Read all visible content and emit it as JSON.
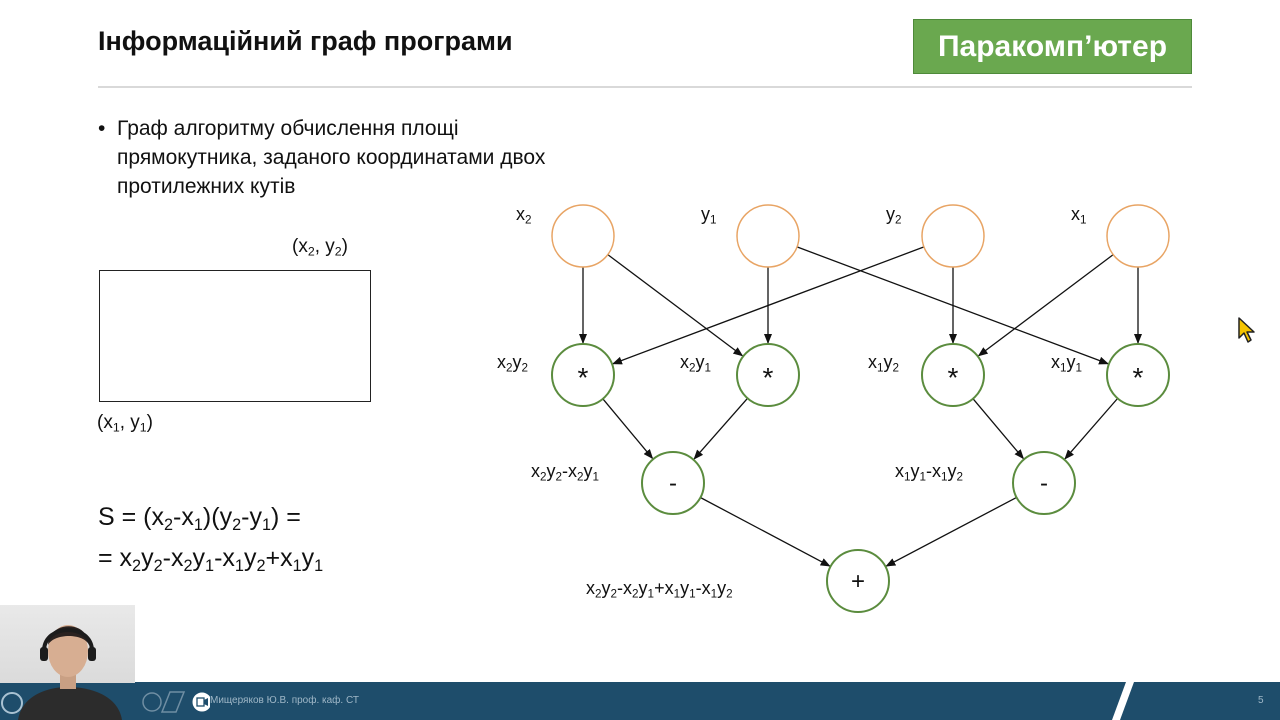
{
  "header": {
    "title": "Інформаційний граф програми",
    "brand": "Паракомп’ютер"
  },
  "bullet": {
    "lines": [
      "Граф алгоритму обчислення площі",
      "прямокутника, заданого координатами двох",
      "протилежних кутів"
    ]
  },
  "rectangle": {
    "corner_top_right": {
      "open": "(x",
      "s1": "2",
      "mid": ", y",
      "s2": "2",
      "close": ")"
    },
    "corner_bottom_left": {
      "open": "(x",
      "s1": "1",
      "mid": ", y",
      "s2": "1",
      "close": ")"
    }
  },
  "formula": {
    "line1": {
      "a": "S = (x",
      "b": "2",
      "c": "-x",
      "d": "1",
      "e": ")(y",
      "f": "2",
      "g": "-y",
      "h": "1",
      "i": ") ="
    },
    "line2": {
      "a": "= x",
      "b": "2",
      "c": "y",
      "d": "2",
      "e": "-x",
      "f": "2",
      "g": "y",
      "h": "1",
      "i": "-x",
      "j": "1",
      "k": "y",
      "l": "2",
      "m": "+x",
      "n": "1",
      "o": "y",
      "p": "1"
    }
  },
  "graph": {
    "input_labels": [
      {
        "v": "x",
        "s": "2"
      },
      {
        "v": "y",
        "s": "1"
      },
      {
        "v": "y",
        "s": "2"
      },
      {
        "v": "x",
        "s": "1"
      }
    ],
    "mult_symbol": "*",
    "mult_labels": [
      {
        "a": "x",
        "as": "2",
        "b": "y",
        "bs": "2"
      },
      {
        "a": "x",
        "as": "2",
        "b": "y",
        "bs": "1"
      },
      {
        "a": "x",
        "as": "1",
        "b": "y",
        "bs": "2"
      },
      {
        "a": "x",
        "as": "1",
        "b": "y",
        "bs": "1"
      }
    ],
    "sub_symbol": "-",
    "sub_labels": [
      {
        "a": "x",
        "as": "2",
        "b": "y",
        "bs": "2",
        "c": "-x",
        "cs": "2",
        "d": "y",
        "ds": "1"
      },
      {
        "a": "x",
        "as": "1",
        "b": "y",
        "bs": "1",
        "c": "-x",
        "cs": "1",
        "d": "y",
        "ds": "2"
      }
    ],
    "add_symbol": "+",
    "add_label": {
      "a": "x",
      "as": "2",
      "b": "y",
      "bs": "2",
      "c": "-x",
      "cs": "2",
      "d": "y",
      "ds": "1",
      "e": "+x",
      "es": "1",
      "f": "y",
      "fs": "1",
      "g": "-x",
      "gs": "1",
      "h": "y",
      "hs": "2"
    },
    "colors": {
      "input": "#e8a464",
      "op": "#5b8c3e",
      "edge": "#111111"
    }
  },
  "footer": {
    "author": "Мищеряков Ю.В. проф. каф. СТ",
    "page": "5",
    "bar_color": "#1e4d6b"
  }
}
